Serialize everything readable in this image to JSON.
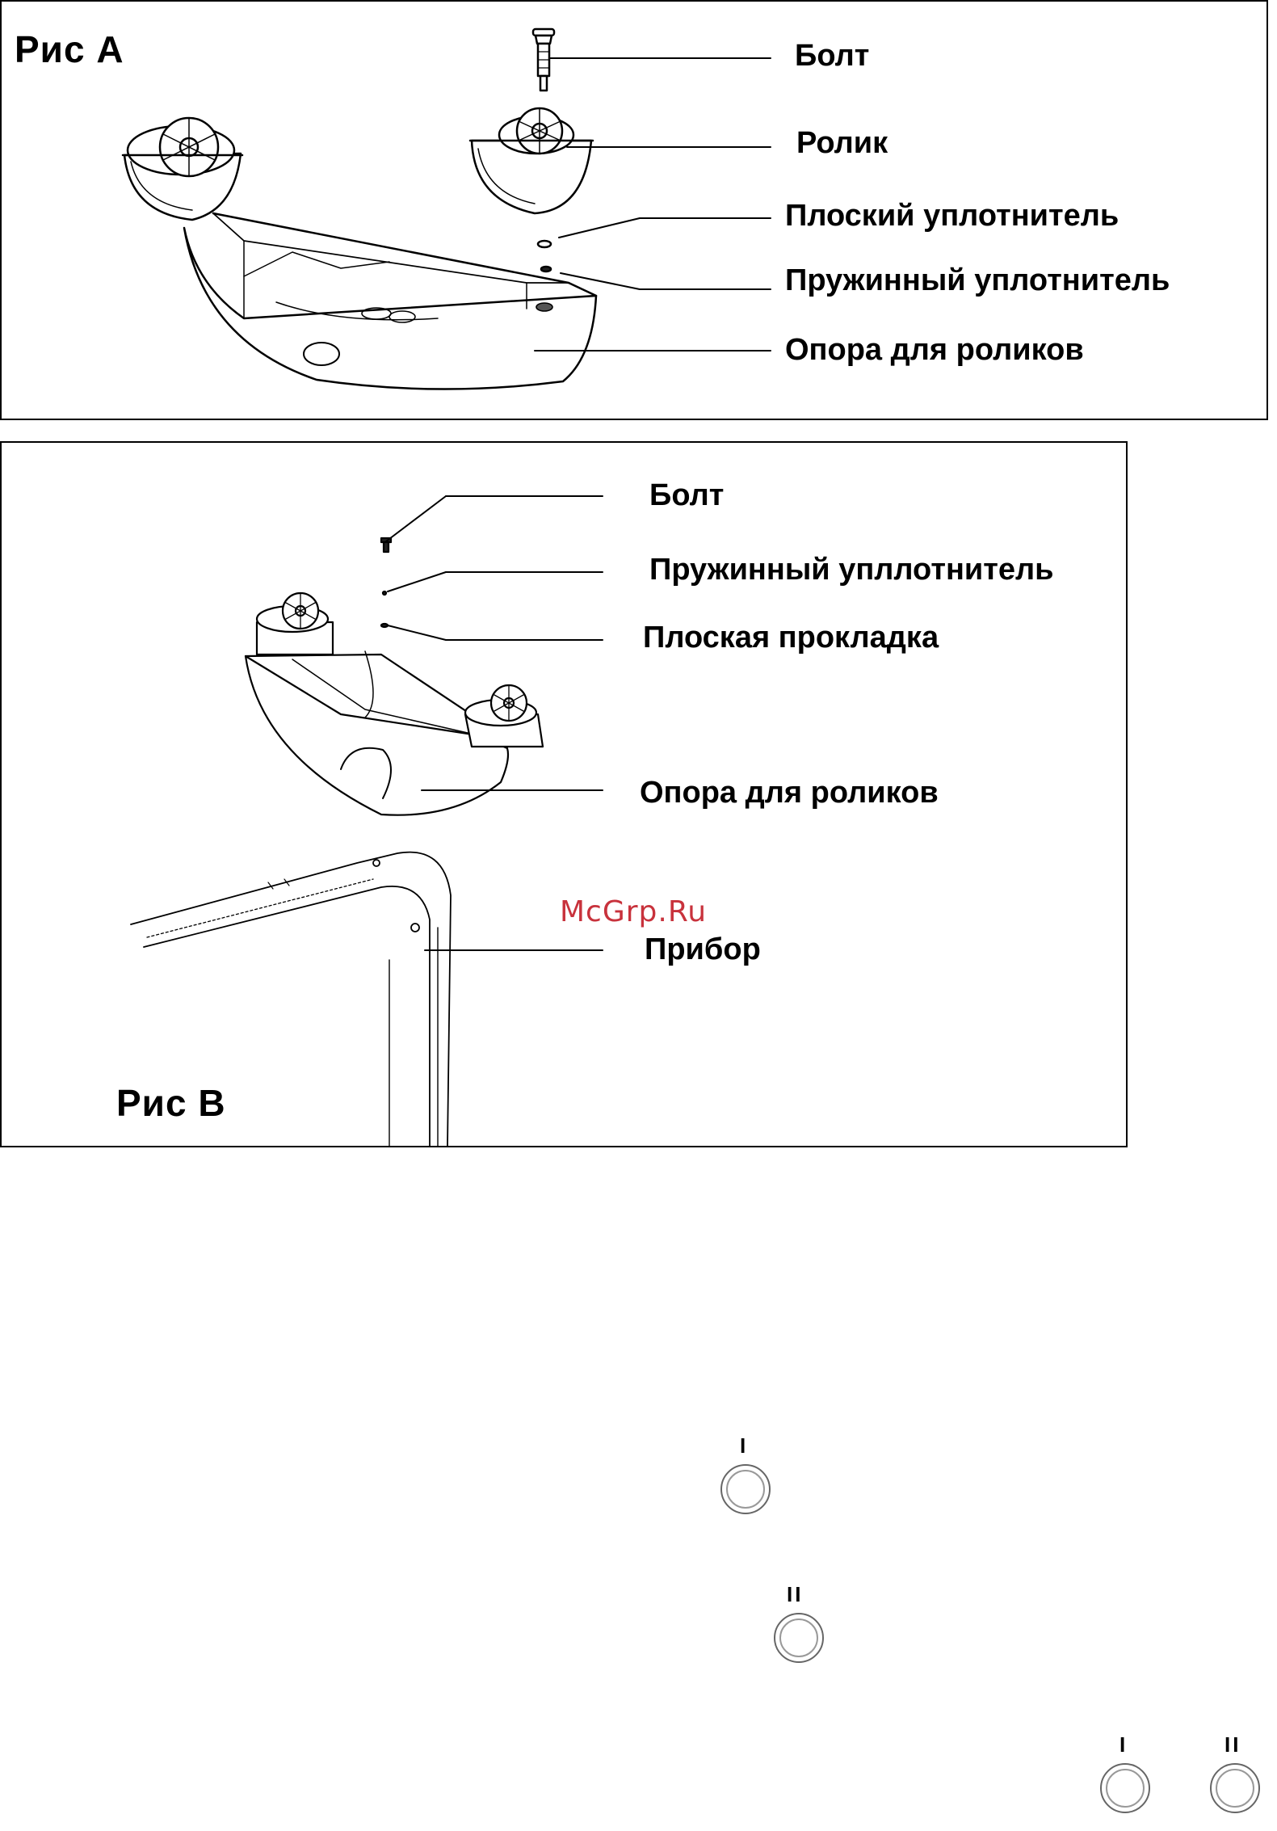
{
  "figure_a": {
    "title": "Рис А",
    "labels": {
      "bolt": "Болт",
      "roller": "Ролик",
      "flat_seal": "Плоский уплотнитель",
      "spring_seal": "Пружинный уплотнитель",
      "roller_support": "Опора для роликов"
    }
  },
  "figure_b": {
    "title": "Рис В",
    "labels": {
      "bolt": "Болт",
      "spring_seal": "Пружинный упллотнитель",
      "flat_gasket": "Плоская прокладка",
      "roller_support": "Опора для роликов",
      "device": "Прибор"
    }
  },
  "watermark": "McGrp.Ru",
  "buttons": [
    {
      "label": "I"
    },
    {
      "label": "II"
    },
    {
      "label": "I"
    },
    {
      "label": "II"
    }
  ]
}
